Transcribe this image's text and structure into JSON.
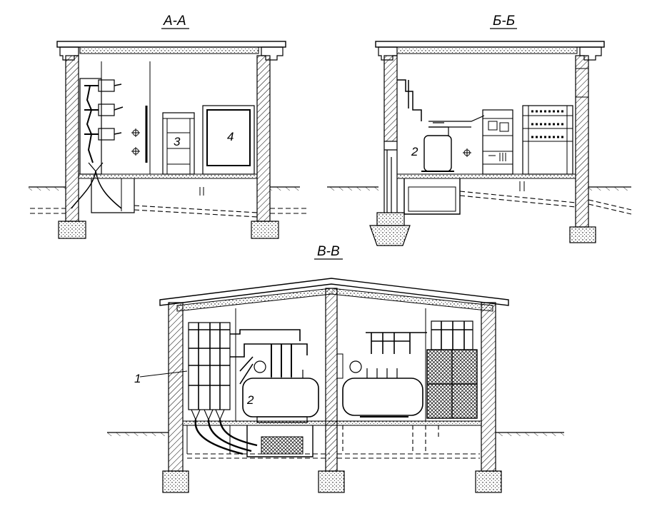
{
  "sections": {
    "aa": {
      "label": "А-А",
      "items": {
        "n3": "3",
        "n4": "4"
      }
    },
    "bb": {
      "label": "Б-Б",
      "items": {
        "n2": "2"
      }
    },
    "vv": {
      "label": "В-В",
      "items": {
        "n1": "1",
        "n2": "2"
      }
    }
  },
  "colors": {
    "line": "#000000",
    "paper": "#ffffff",
    "hatch": "#000000"
  }
}
